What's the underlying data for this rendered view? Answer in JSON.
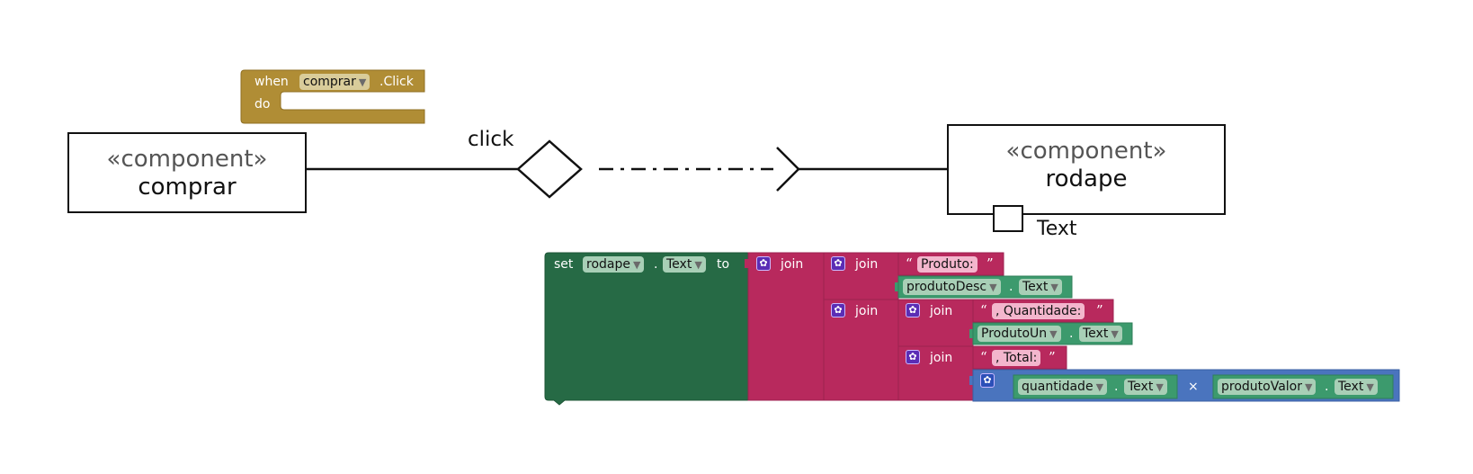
{
  "event_block": {
    "when": "when",
    "component": "comprar",
    "event": ".Click",
    "do": "do"
  },
  "uml": {
    "left": {
      "stereotype": "«component»",
      "name": "comprar"
    },
    "right": {
      "stereotype": "«component»",
      "name": "rodape"
    },
    "event_label": "click",
    "port_label": "Text"
  },
  "setter": {
    "set": "set",
    "component": "rodape",
    "dot": ".",
    "property": "Text",
    "to": "to"
  },
  "joins": {
    "label": "join",
    "open_quote": "“",
    "close_quote": "”",
    "produto_text": "Produto:",
    "quantidade_text": ", Quantidade:",
    "total_text": ", Total:"
  },
  "getters": {
    "produtoDesc": {
      "component": "produtoDesc",
      "property": "Text"
    },
    "produtoUn": {
      "component": "ProdutoUn",
      "property": "Text"
    },
    "quantidade": {
      "component": "quantidade",
      "property": "Text"
    },
    "produtoValor": {
      "component": "produtoValor",
      "property": "Text"
    },
    "dot": "."
  },
  "math": {
    "operator": "×"
  },
  "colors": {
    "event_gold": "#b08d35",
    "setter_green": "#266a45",
    "text_pink": "#b8295d",
    "getter_green": "#3c9a6d",
    "math_blue": "#4a74be"
  }
}
